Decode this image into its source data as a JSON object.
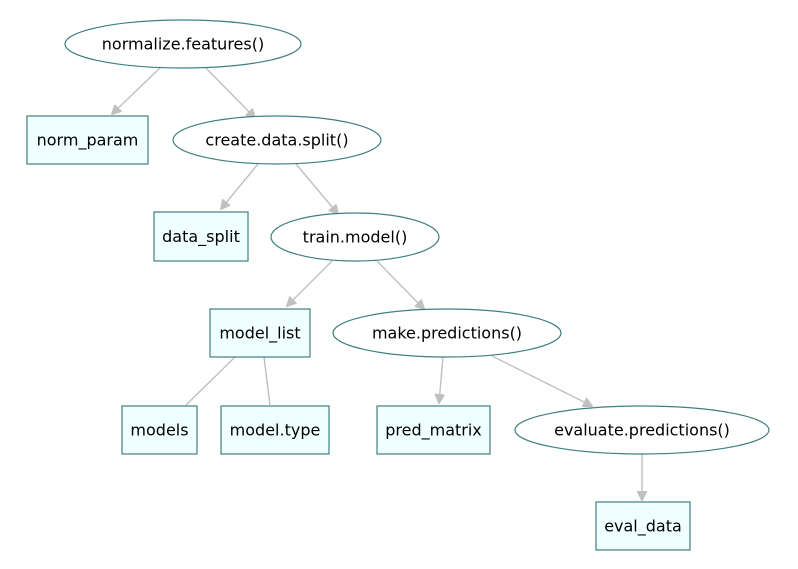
{
  "diagram": {
    "nodes": [
      {
        "id": "normalize_features",
        "label": "normalize.features()",
        "kind": "function"
      },
      {
        "id": "norm_param",
        "label": "norm_param",
        "kind": "data"
      },
      {
        "id": "create_data_split",
        "label": "create.data.split()",
        "kind": "function"
      },
      {
        "id": "data_split",
        "label": "data_split",
        "kind": "data"
      },
      {
        "id": "train_model",
        "label": "train.model()",
        "kind": "function"
      },
      {
        "id": "model_list",
        "label": "model_list",
        "kind": "data"
      },
      {
        "id": "make_predictions",
        "label": "make.predictions()",
        "kind": "function"
      },
      {
        "id": "models",
        "label": "models",
        "kind": "data"
      },
      {
        "id": "model_type",
        "label": "model.type",
        "kind": "data"
      },
      {
        "id": "pred_matrix",
        "label": "pred_matrix",
        "kind": "data"
      },
      {
        "id": "evaluate_predictions",
        "label": "evaluate.predictions()",
        "kind": "function"
      },
      {
        "id": "eval_data",
        "label": "eval_data",
        "kind": "data"
      }
    ],
    "edges": [
      {
        "from": "normalize_features",
        "to": "norm_param",
        "arrow": true
      },
      {
        "from": "normalize_features",
        "to": "create_data_split",
        "arrow": true
      },
      {
        "from": "create_data_split",
        "to": "data_split",
        "arrow": true
      },
      {
        "from": "create_data_split",
        "to": "train_model",
        "arrow": true
      },
      {
        "from": "train_model",
        "to": "model_list",
        "arrow": true
      },
      {
        "from": "train_model",
        "to": "make_predictions",
        "arrow": true
      },
      {
        "from": "model_list",
        "to": "models",
        "arrow": false
      },
      {
        "from": "model_list",
        "to": "model_type",
        "arrow": false
      },
      {
        "from": "make_predictions",
        "to": "pred_matrix",
        "arrow": true
      },
      {
        "from": "make_predictions",
        "to": "evaluate_predictions",
        "arrow": true
      },
      {
        "from": "evaluate_predictions",
        "to": "eval_data",
        "arrow": true
      }
    ]
  }
}
